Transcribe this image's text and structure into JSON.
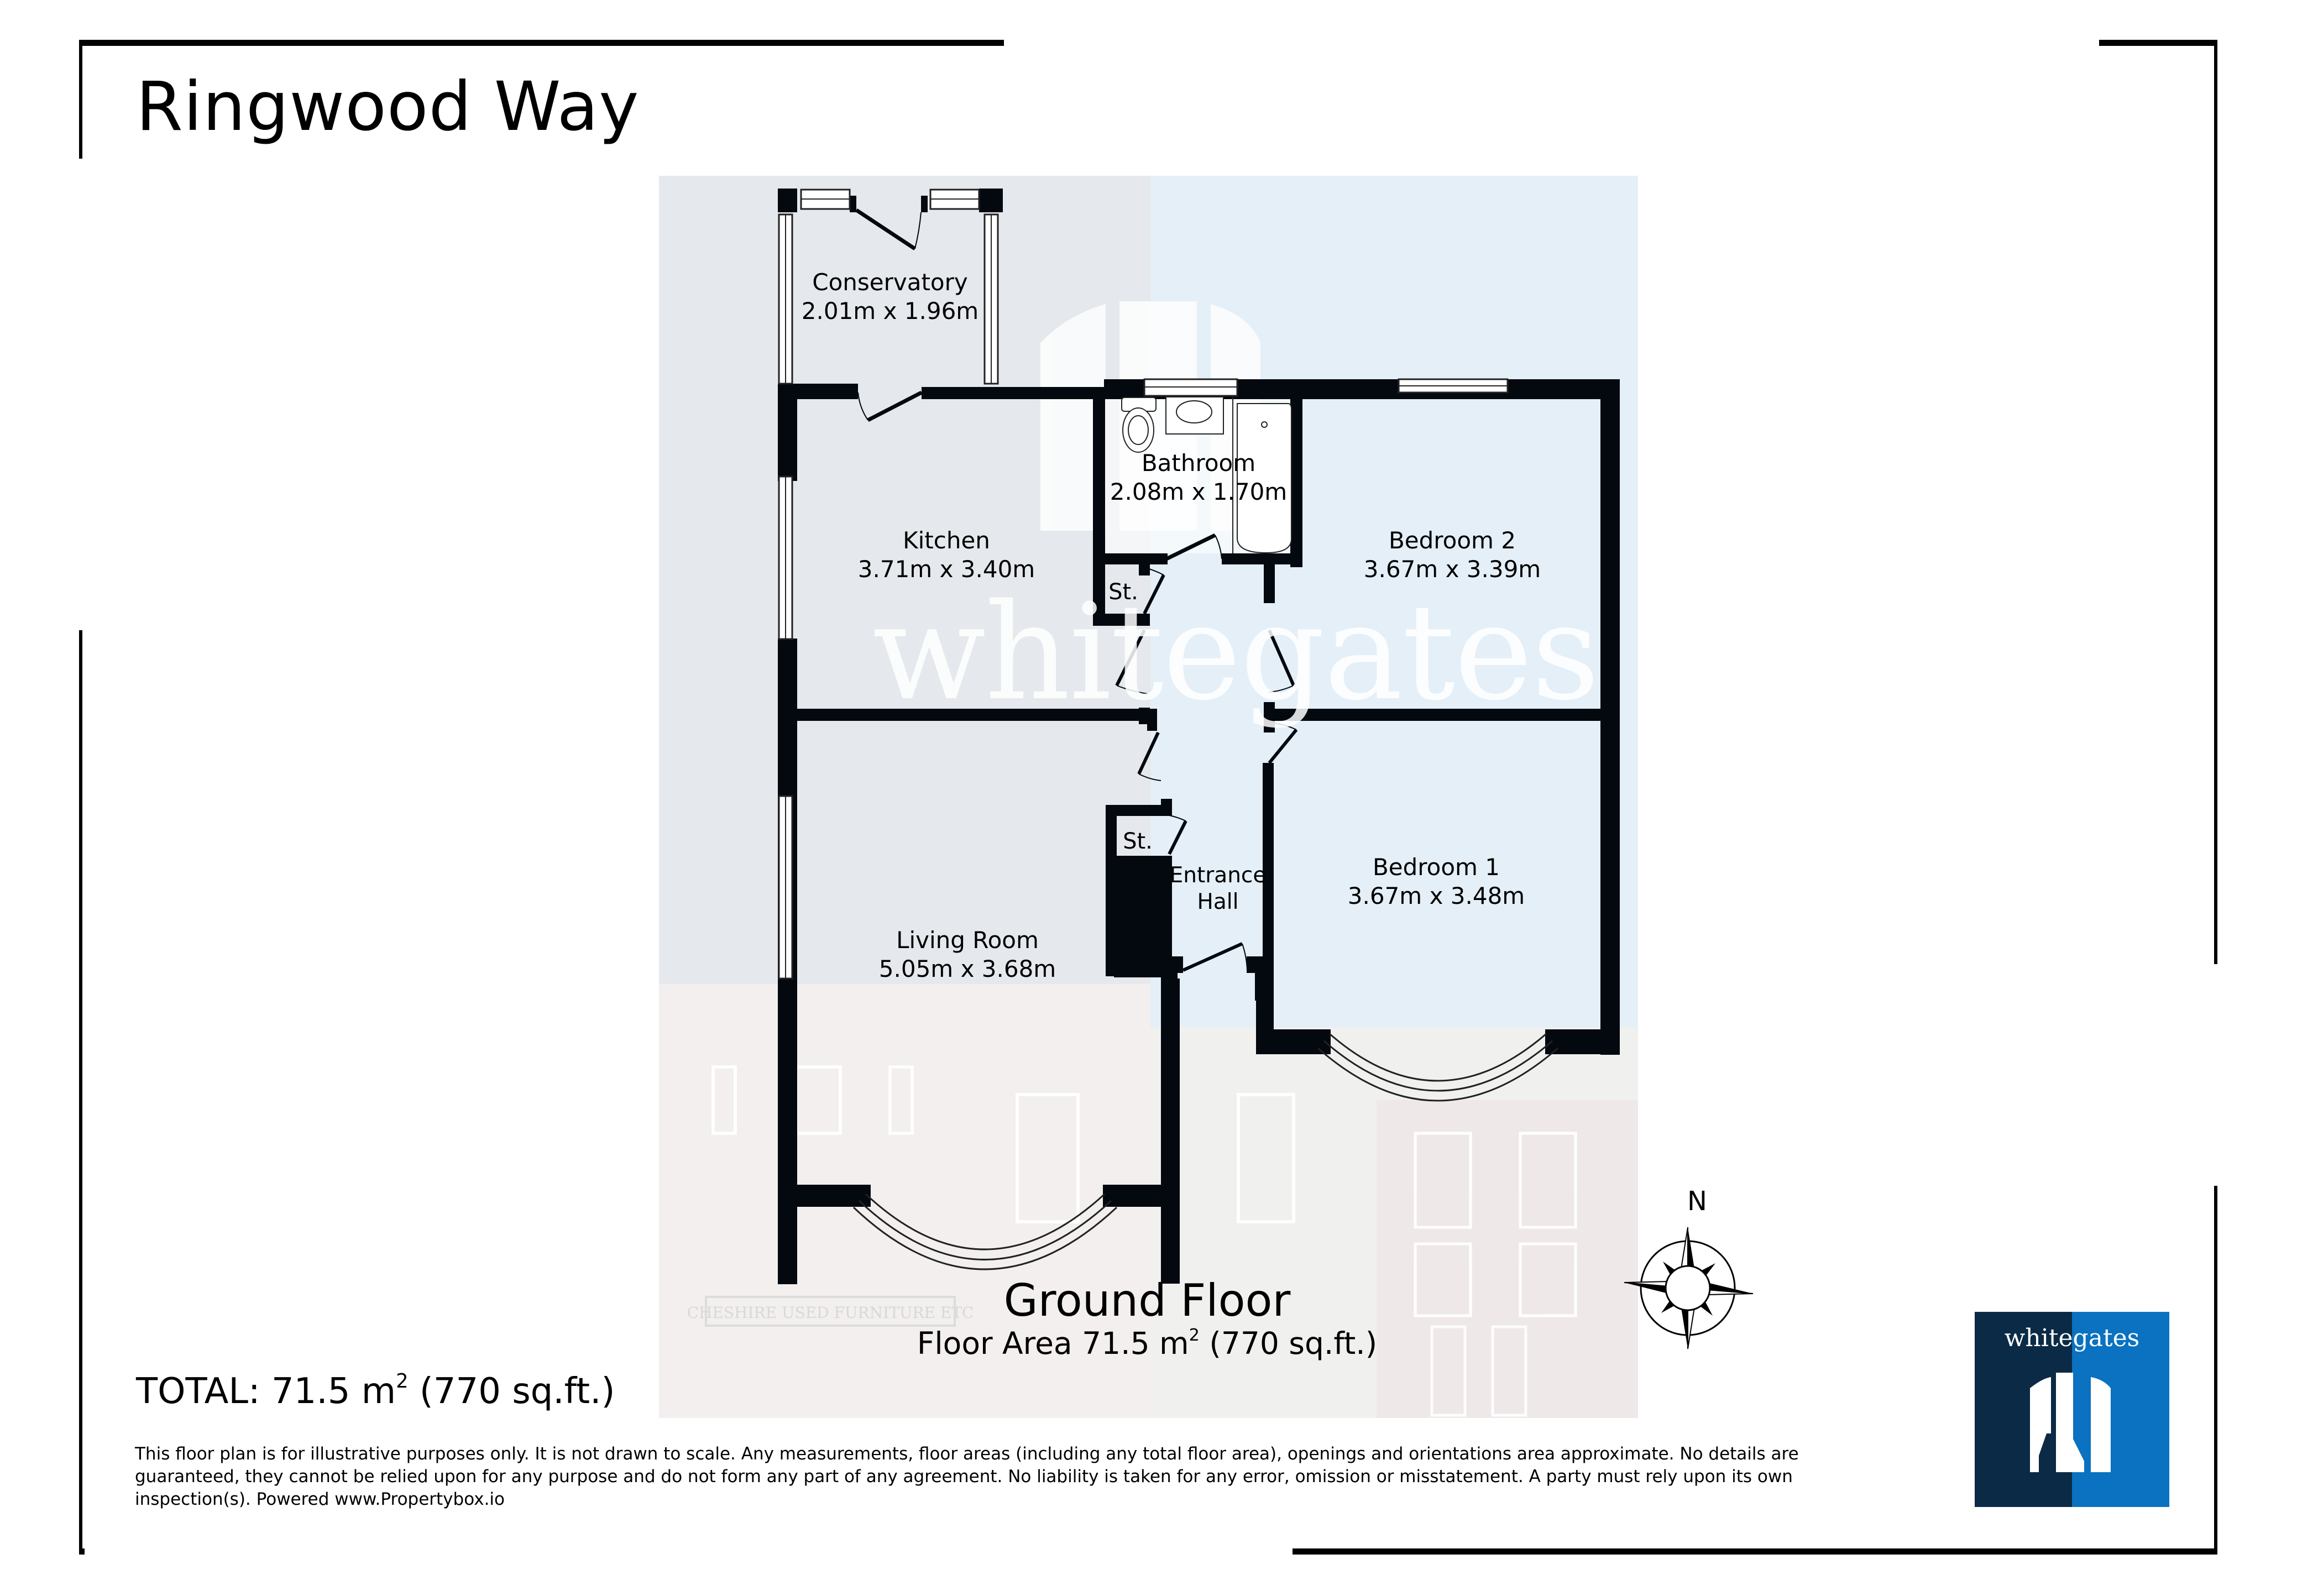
{
  "header": {
    "title": "Ringwood Way"
  },
  "plan": {
    "floor_name": "Ground Floor",
    "floor_area_prefix": "Floor Area 71.5 m",
    "floor_area_sup": "2",
    "floor_area_suffix": " (770 sq.ft.)",
    "rooms": [
      {
        "name": "Conservatory",
        "size": "2.01m x 1.96m"
      },
      {
        "name": "Kitchen",
        "size": "3.71m x 3.40m"
      },
      {
        "name": "Bathroom",
        "size": "2.08m x 1.70m"
      },
      {
        "name": "Bedroom 2",
        "size": "3.67m x 3.39m"
      },
      {
        "name": "Bedroom 1",
        "size": "3.67m x 3.48m"
      },
      {
        "name": "Living Room",
        "size": "5.05m x 3.68m"
      },
      {
        "name": "Entrance",
        "size": "Hall"
      }
    ],
    "storage_labels": [
      "St.",
      "St."
    ],
    "watermark": "whitegates",
    "background_sign": "Cheshire Used Furniture Etc"
  },
  "compass": {
    "north_label": "N",
    "icon": "compass-rose-icon"
  },
  "totals": {
    "prefix": "TOTAL: 71.5 m",
    "sup": "2",
    "suffix": " (770 sq.ft.)"
  },
  "disclaimer": "This floor plan is for illustrative purposes only. It is not drawn to scale. Any measurements, floor areas (including any total floor area), openings and orientations area approximate. No details are guaranteed, they cannot be relied upon for any purpose and do not form any part of any agreement. No liability is taken for any error, omission or misstatement. A party must rely upon its own inspection(s). Powered www.Propertybox.io",
  "logo": {
    "wordmark": "whitegates",
    "colors": {
      "dark": "#0B2A45",
      "light": "#0A72C0"
    }
  },
  "colors": {
    "wall": "#03090f",
    "plan_bg_left": "#E5E8EC",
    "plan_bg_right": "#E4EFF7",
    "frame": "#000000"
  }
}
